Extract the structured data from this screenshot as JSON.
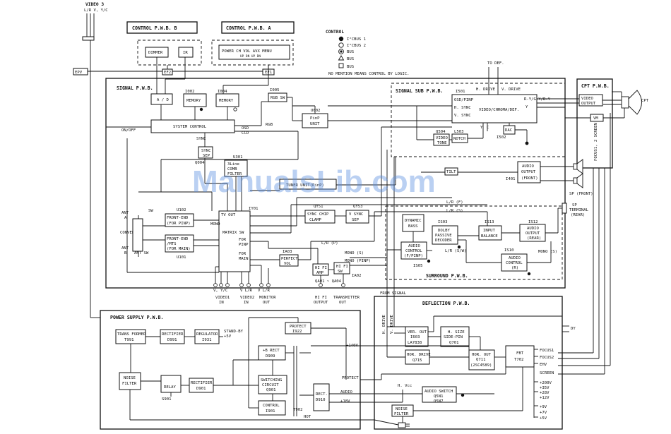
{
  "watermark": "ManualsLib.com",
  "legend": {
    "title": "CONTROL",
    "items": [
      "I²CBUS 1",
      "I²CBUS 2",
      "BUS",
      "BUS",
      "BUS"
    ],
    "note": "NO MENTION MEANS CONTROL BY LOGIC."
  },
  "top": {
    "video3": "VIDEO 3",
    "video3_pins": "L/R V, Y/C",
    "epv": "EPV",
    "ef2": "EF2",
    "ef1": "EF1",
    "control_b": "CONTROL P.W.B. B",
    "control_a": "CONTROL P.W.B. A",
    "dimmer": "DIMMER",
    "ir": "IR",
    "keys": "POWER  CH  VOL  AVX  MENU",
    "keys_sub": "UP DN  UP DN",
    "to_def": "TO DEF."
  },
  "signal": {
    "title": "SIGNAL P.W.B.",
    "ad": "A / D",
    "memory1_ref": "I002",
    "memory1": "MEMORY",
    "memory2_ref": "I004",
    "memory2": "MEMORY",
    "rgb_ref": "I005",
    "rgb_sw": "RGB SW",
    "rgb": "RGB",
    "system_control": "SYSTEM CONTROL",
    "on_off": "ON/OFF",
    "sync": "SYNC",
    "osd": "OSD",
    "ccd": "CCD",
    "sync_sep": [
      "SYNC",
      "SEP"
    ],
    "sync_sep_ref": "Q004",
    "comb_ref": "U301",
    "comb": [
      "3Line",
      "COMB",
      "FILTER"
    ],
    "pip_ref": "U002",
    "pip": [
      "PinP",
      "UNIT"
    ],
    "tuner": "TUNER  UNIT(PinP)",
    "tv_out": "TV OUT",
    "matrix": "MATRIX SW",
    "matrix_ref": "IY01",
    "for_pinp": [
      "FOR",
      "PINP"
    ],
    "for_main": [
      "FOR",
      "MAIN"
    ],
    "sw": "SW",
    "ant_sw": "ANT SW",
    "ant_a": [
      "ANT",
      "A"
    ],
    "ant_b": [
      "ANT",
      "B"
    ],
    "converter": "CONVERTER",
    "fe1_ref": "U102",
    "fe1": [
      "FRONT-END",
      "(FOR PINP)"
    ],
    "fe2_ref": "U101",
    "fe2": [
      "FRONT-END",
      "/MTS",
      "(FOR MAIN)"
    ],
    "qy51": "QY51",
    "sync_clamp": [
      "SYNC CHIP",
      "CLAMP"
    ],
    "qy53": "QY53",
    "vsync_sep": [
      "V SYNC",
      "SEP"
    ],
    "perfect_vol": [
      "PERFECT",
      "VOL"
    ],
    "perfect_ref": "IA03",
    "hifi_amp": [
      "HI FI",
      "AMP"
    ],
    "hifi_sw": [
      "HI FI",
      "SW"
    ],
    "ia02": "IA02",
    "qa01": "QA01 ~ QA04",
    "mono": "MONO",
    "mono_pinp": "MONO (PINP)",
    "mono_s": "MONO (S)",
    "lr": "L/R",
    "lr_f": "L/R (F)",
    "lr_s": "L/R (S)",
    "lr_p": "L/R (P)",
    "pin_labels": [
      "V, Y/C",
      "V  L/R",
      "V  L/R"
    ],
    "video1": [
      "VIDEO1",
      "IN"
    ],
    "video2": [
      "VIDEO2",
      "IN"
    ],
    "monitor_out": [
      "MONITOR",
      "OUT"
    ],
    "hifi_out": [
      "HI FI",
      "OUTPUT"
    ],
    "transmitter_out": [
      "TRANSMITTER",
      "OUT"
    ]
  },
  "signal_sub": {
    "title": "SIGNAL SUB P.W.B.",
    "ref": "I501",
    "osd_pinp": "OSD/PINP",
    "h_sync": "H. SYNC",
    "v_sync": "V. SYNC",
    "vcd": "VIDEO/CHROMA/DEF.",
    "h_drive": "H. DRIVE",
    "v_drive": "V. DRIVE",
    "rgb_out": "R-Y/G-Y/B-Y",
    "y": "Y",
    "c": "C",
    "q504": "Q504",
    "video_tone": [
      "VIDEO",
      "TONE"
    ],
    "l503": "L503",
    "notch": "NOTCH",
    "dac": "DAC",
    "dac_ref": "I502",
    "tilt": "TILT"
  },
  "cpt": {
    "title": "CPT P.W.B.",
    "video_output": [
      "VIDEO",
      "OUTPUT"
    ],
    "vm": "VM",
    "focus_screen": "FOCUS1, 2  SCREEN",
    "cpt_label": "CPT",
    "audio_output": [
      "AUDIO",
      "OUTPUT",
      "(FRONT)"
    ],
    "audio_ref": "I401",
    "sp_front": "SP (FRONT)",
    "sp_rear": [
      "SP",
      "TERMINAL",
      "(REAR)"
    ]
  },
  "surround": {
    "title": "SURROUND P.W.B.",
    "dynamic_bass": [
      "DYNAMIC",
      "BASS"
    ],
    "audio_ctrl": [
      "AUDIO",
      "CONTROL",
      "(F/PINP)"
    ],
    "audio_ctrl_ref": "IS05",
    "dolby_ref": "IS03",
    "dolby": [
      "DOLBY",
      "PASSIVE",
      "DECODER"
    ],
    "input_bal_ref": "IS13",
    "input_bal": [
      "INPUT",
      "BALANCE"
    ],
    "audio_rear_ref": "IS12",
    "audio_rear": [
      "AUDIO",
      "OUTPUT",
      "(REAR)"
    ],
    "audio_r_ref": "IS10",
    "audio_r": [
      "AUDIO",
      "CONTROL",
      "(R)"
    ],
    "lr_s_w": "L/R (S/W)",
    "mono_s": "MONO (S)"
  },
  "power": {
    "title": "POWER SUPPLY P.W.B.",
    "transformer": [
      "TRANS FORMER",
      "T991"
    ],
    "rectifier1": [
      "RECTIFIER",
      "D991"
    ],
    "regulator": [
      "REGULATOR",
      "I931"
    ],
    "standby": [
      "STAND-BY",
      "+5V"
    ],
    "protect": [
      "PROTECT",
      "I922"
    ],
    "b_rect": [
      "+B RECT",
      "D909"
    ],
    "switching": [
      "SWITCHING",
      "CIRCUIT",
      "Q901"
    ],
    "control": [
      "CONTROL",
      "I901"
    ],
    "rect": [
      "RECT.",
      "D910"
    ],
    "t902": "T902",
    "hot": "HOT",
    "noise_filter": [
      "NOISE",
      "FILTER"
    ],
    "relay": "RELAY",
    "s901": "S901",
    "rectifier2": [
      "RECTIFIER",
      "D901"
    ],
    "v140": "+140V",
    "protect_lbl": "PROTECT",
    "audio_lbl": "AUDIO",
    "v18": "+18V"
  },
  "deflection": {
    "title": "DEFLECTION P.W.B.",
    "from_signal": "FROM SIGNAL",
    "h_drive": "H. DRIVE",
    "v_drive": "V. DRIVE",
    "ver_out": [
      "VER. OUT",
      "I603",
      "LA7838"
    ],
    "h_size": [
      "H. SIZE",
      "SIDE-PIN",
      "Q701"
    ],
    "hor_drive": [
      "HOR. DRIVE",
      "Q715"
    ],
    "hor_out": [
      "HOR. OUT",
      "Q711",
      "(2SC4589)"
    ],
    "fbt": [
      "FBT",
      "T702"
    ],
    "dy": "DY",
    "outputs": [
      "FOCUS1",
      "FOCUS2",
      "EHV",
      "SCREEN",
      "+200V",
      "+35V",
      "+28V",
      "+12V",
      "+9V",
      "+7V",
      "+5V"
    ],
    "h_vcc": "H. Vcc",
    "audio_switch": [
      "AUDIO SWITCH",
      "Q5N1",
      "Q5N7"
    ],
    "noise_filter": [
      "NOISE",
      "FILTER"
    ]
  }
}
